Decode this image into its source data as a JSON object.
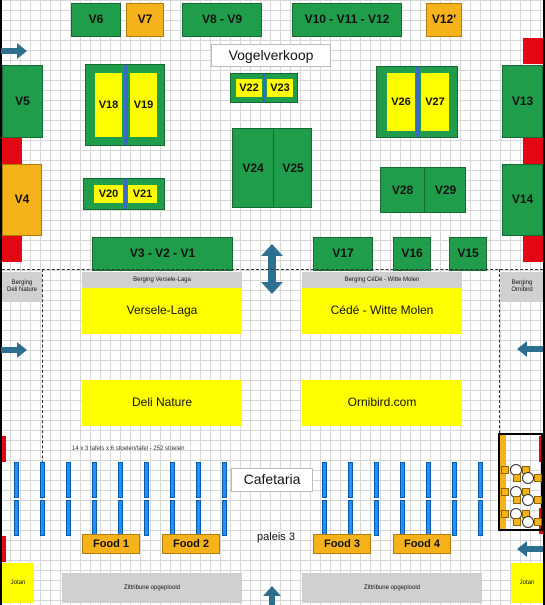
{
  "labels": {
    "vogelverkoop": "Vogelverkoop",
    "cafetaria": "Cafetaria",
    "paleis": "paleis 3",
    "tafels_note": "14 x 3 tafels x 6 stoelen/tafel - 252 stoelen"
  },
  "stands": {
    "v6": "V6",
    "v7": "V7",
    "v8_v9": "V8 - V9",
    "v10_v12": "V10 - V11 - V12",
    "v12p": "V12'",
    "v5": "V5",
    "v4": "V4",
    "v13": "V13",
    "v14": "V14",
    "v18": "V18",
    "v19": "V19",
    "v22": "V22",
    "v23": "V23",
    "v26": "V26",
    "v27": "V27",
    "v24": "V24",
    "v25": "V25",
    "v20": "V20",
    "v21": "V21",
    "v28": "V28",
    "v29": "V29",
    "v3_v1": "V3 - V2 - V1",
    "v17": "V17",
    "v16": "V16",
    "v15": "V15"
  },
  "exhibitors": {
    "versele": "Versele-Laga",
    "cede": "Cédé - Witte Molen",
    "deli": "Deli Nature",
    "ornibird": "Ornibird.com"
  },
  "storage": {
    "versele": "Berging Versele-Laga",
    "cede": "Berging CéDé - Witte Molen",
    "deli_1": "Berging",
    "deli_2": "Deli Nature",
    "orni_1": "Berging",
    "orni_2": "Ornibird"
  },
  "food": {
    "f1": "Food 1",
    "f2": "Food 2",
    "f3": "Food 3",
    "f4": "Food 4"
  },
  "jotun": {
    "left": "Jotan",
    "right": "Jotan"
  },
  "stands_bottom": {
    "left": "Zittribune opgeplooid",
    "right": "Zittribune opgeplooid"
  },
  "colors": {
    "stand": "#1f9d4b",
    "accent_orange": "#f5b21a",
    "sponsor": "#ffff00",
    "exit": "#e30613",
    "arrow": "#2e6e8e",
    "table": "#1e90ff"
  },
  "icons": [
    "arrow-right-icon",
    "arrow-left-icon",
    "arrow-updown-icon",
    "arrow-up-icon"
  ]
}
